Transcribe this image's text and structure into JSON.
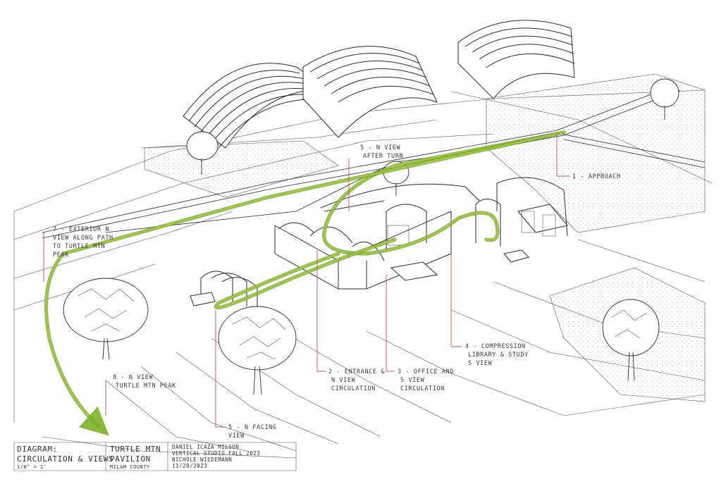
{
  "labels": {
    "approach": "1 - APPROACH",
    "entrance": [
      "2 - ENTRANCE &",
      "N VIEW",
      "CIRCULATION"
    ],
    "office": [
      "3 - OFFICE AND",
      "S VIEW",
      "CIRCULATION"
    ],
    "compression": [
      "4 - COMPRESSION",
      "LIBRARY & STUDY",
      "S VIEW"
    ],
    "n_facing": [
      "5 - N FACING",
      "VIEW"
    ],
    "n_view_turn": [
      "5 - N VIEW",
      "AFTER TURN"
    ],
    "exterior": [
      "7 - EXTERIOR N",
      "VIEW ALONG PATH",
      "TO TURTLE MTN",
      "PEAK"
    ],
    "peak": [
      "8 - N VIEW",
      "TURTLE MTN PEAK"
    ]
  },
  "title_block": {
    "diagram_label": "DIAGRAM:",
    "diagram_title": "CIRCULATION & VIEWS",
    "scale": "1/8\" = 1'",
    "project_line1": "TURTLE MTN",
    "project_line2": "PAVILION",
    "county": "MILAM COUNTY",
    "author": "DANIEL ICAZA MILSON",
    "studio": "VERTICAL STUDIO FALL 2023",
    "instructor": "NICHOLE WIEDEMANN",
    "date": "11/29/2023"
  },
  "colors": {
    "route": "#9ccc3c",
    "leader": "#c0504d",
    "ink": "#2b2b2b"
  }
}
